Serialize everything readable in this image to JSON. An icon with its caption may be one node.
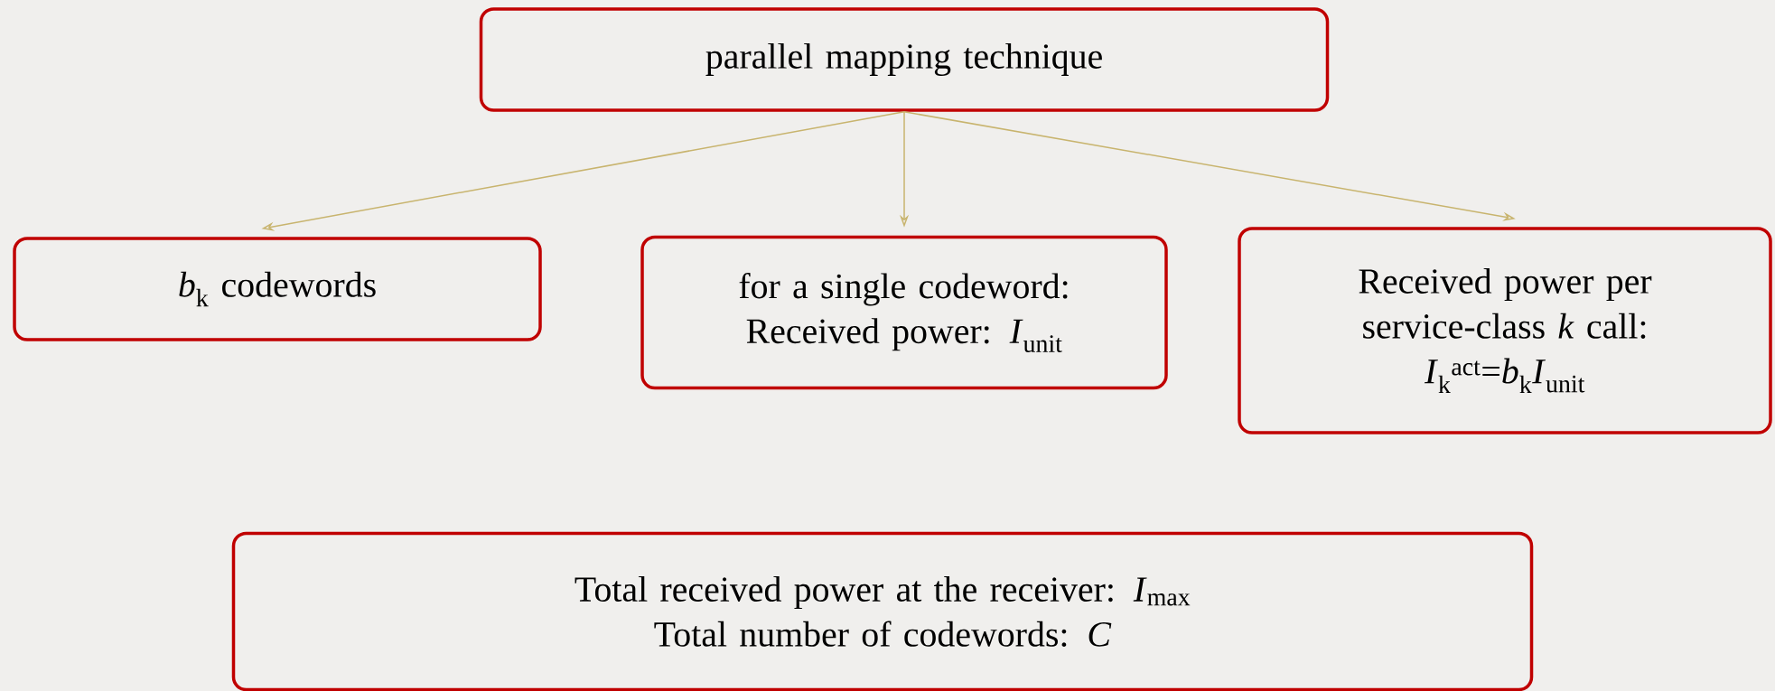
{
  "diagram": {
    "nodes": [
      {
        "text": [
          "parallel mapping technique"
        ]
      },
      {
        "text": [
          "*b*$_{k}$ codewords"
        ]
      },
      {
        "text": [
          "for a single codeword:",
          "Received power: *I*$_{unit}$"
        ]
      },
      {
        "text": [
          "Received power per service-class *k* call:",
          "*I*$_{k}$$^{act}$=*b*$_{k}$*I*$_{unit}$"
        ]
      },
      {
        "text": [
          "Total received power at the receiver: *I*$_{max}$",
          "Total number of codewords: *C*"
        ]
      }
    ],
    "edges": [
      {
        "from": 0,
        "to": 1,
        "arrow": "to"
      },
      {
        "from": 0,
        "to": 2,
        "arrow": "to"
      },
      {
        "from": 0,
        "to": 3,
        "arrow": "to"
      }
    ]
  }
}
